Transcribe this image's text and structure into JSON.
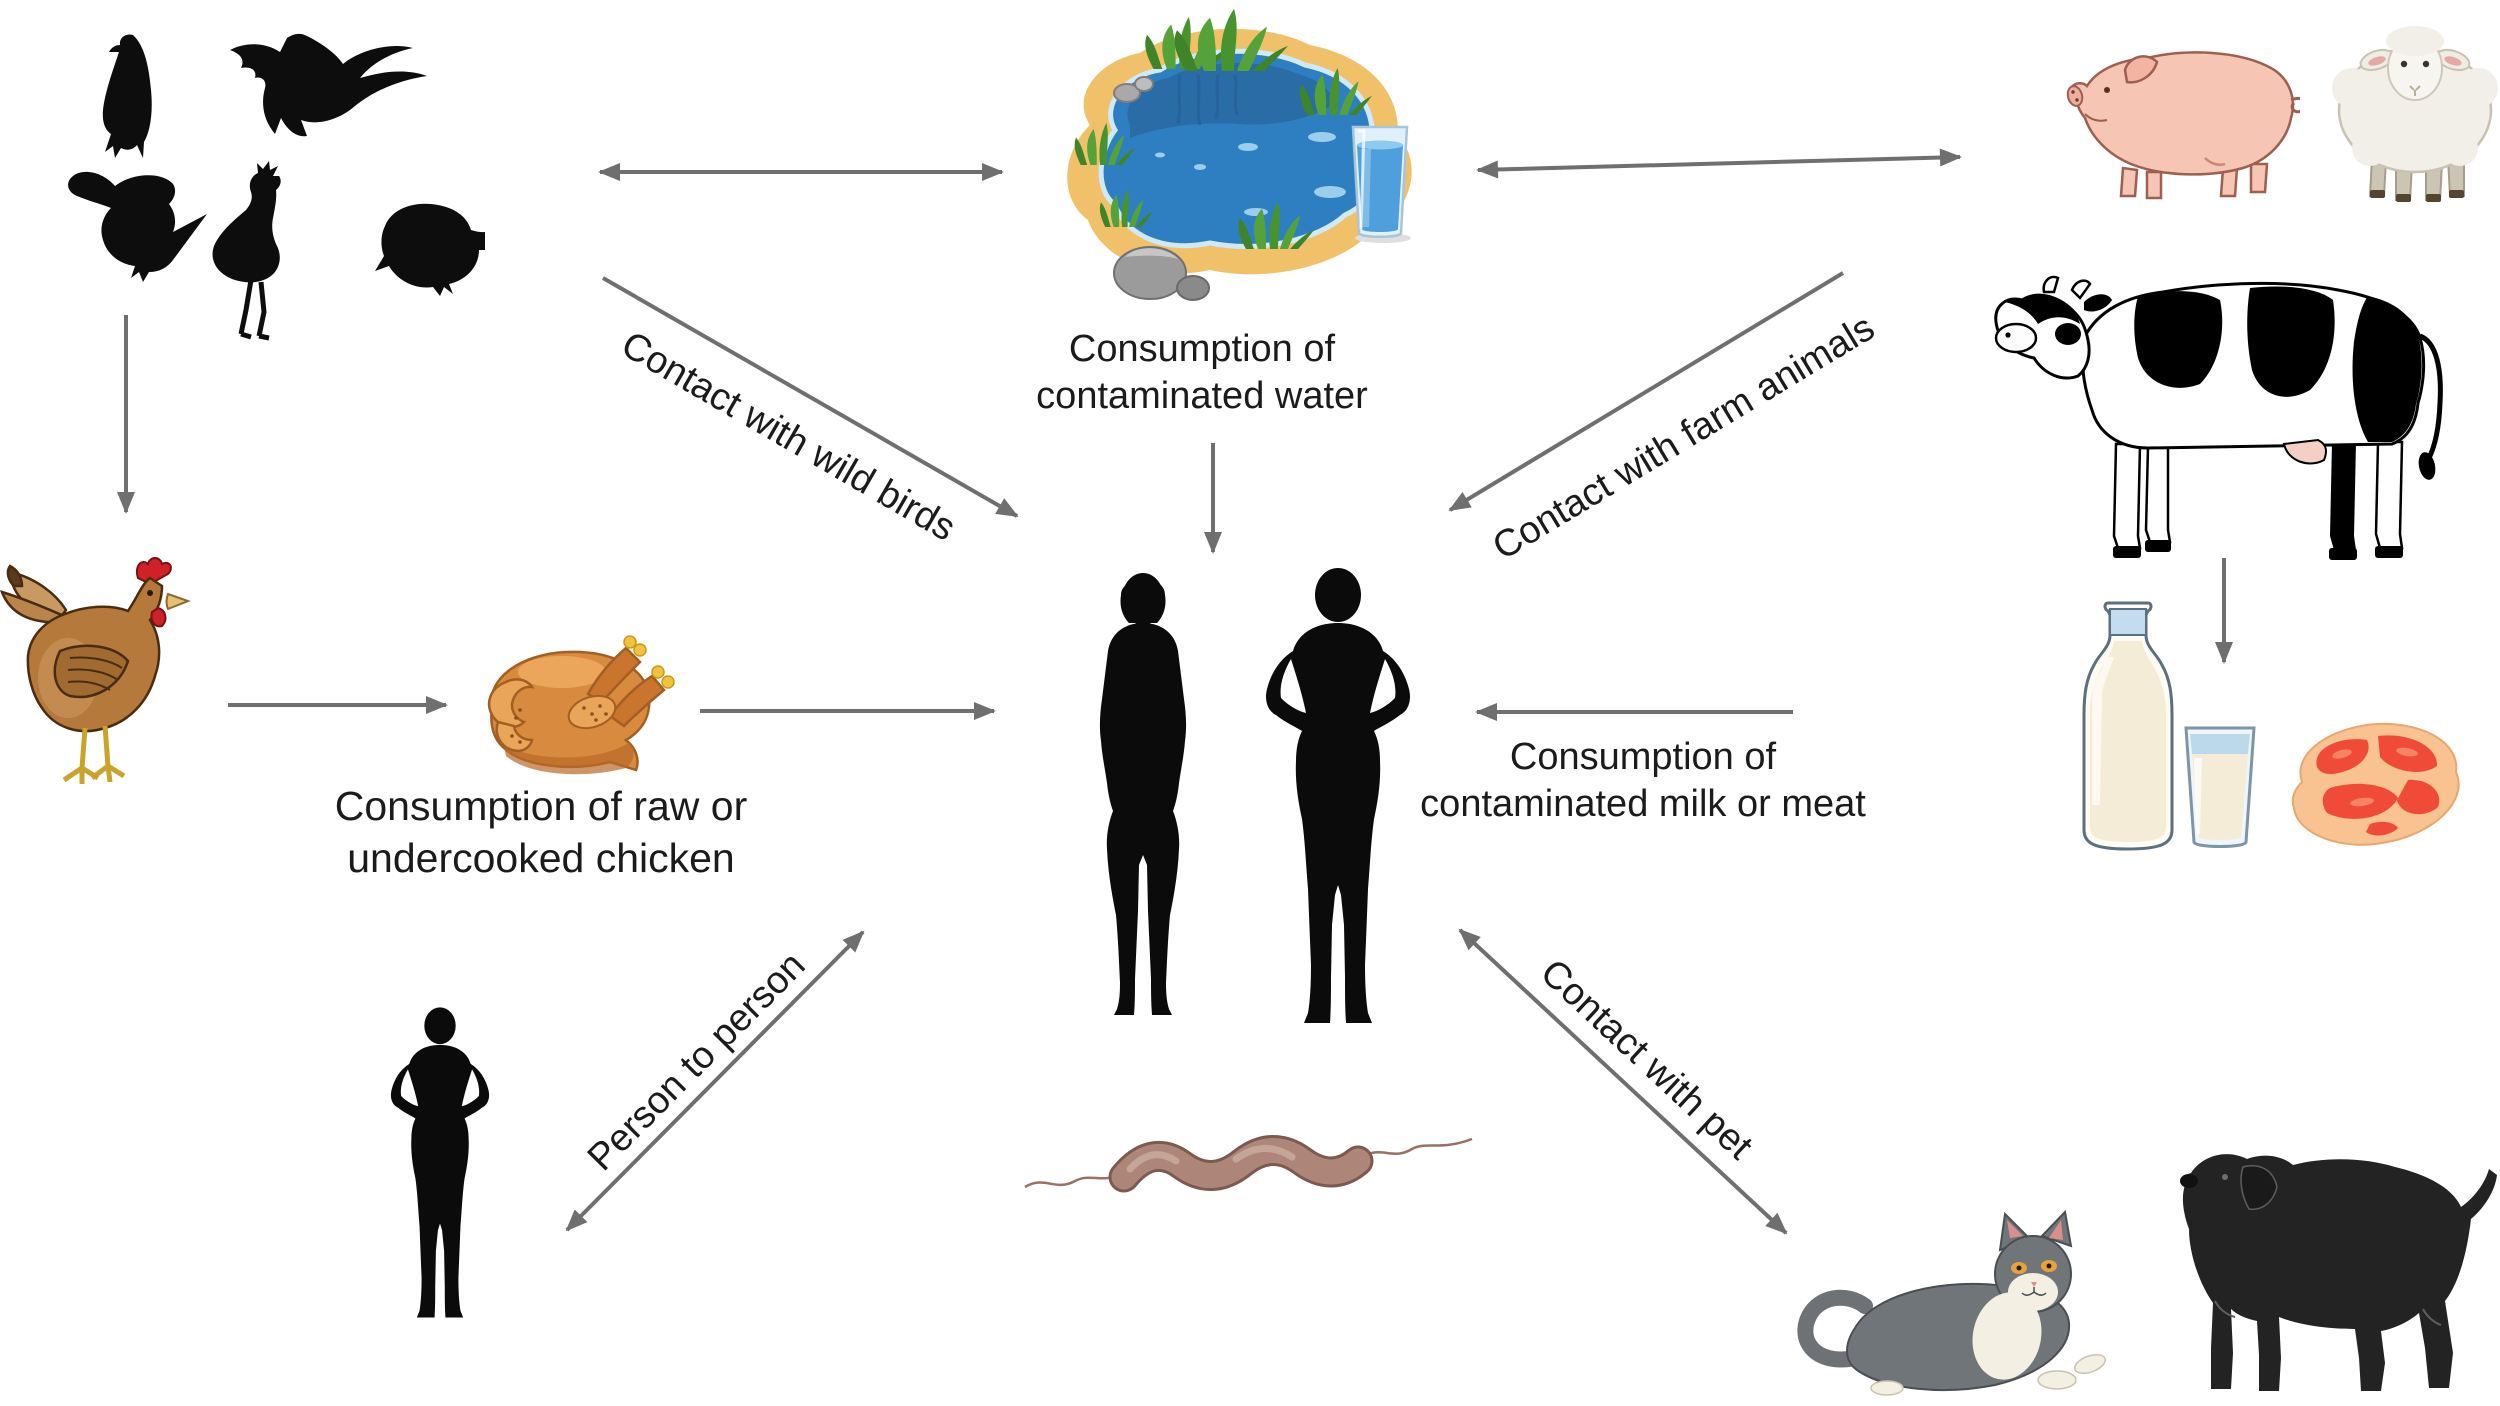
{
  "labels": {
    "water_line1": "Consumption of",
    "water_line2": "contaminated water",
    "chicken_line1": "Consumption of raw or",
    "chicken_line2": "undercooked chicken",
    "milk_line1": "Consumption of",
    "milk_line2": "contaminated milk or meat",
    "wild_birds": "Contact with wild birds",
    "farm_animals": "Contact with farm animals",
    "person_to_person": "Person to person",
    "contact_with_pet": "Contact with pet"
  },
  "icons": {
    "wild_birds": "wild-bird-silhouettes",
    "pond": "contaminated-pond",
    "water_glass": "glass-of-water",
    "pig": "pig",
    "sheep": "sheep",
    "cow": "holstein-cow",
    "hen": "brown-hen",
    "roasted_chicken": "roasted-chicken",
    "humans": "man-and-woman-silhouette",
    "person": "person-silhouette",
    "milk_bottle": "milk-bottle",
    "milk_glass": "glass-of-milk",
    "meat": "raw-meat-steak",
    "bacterium": "campylobacter-bacterium",
    "cat": "cat",
    "dog": "black-dog"
  },
  "colors": {
    "arrow": "#6f6f6f",
    "text": "#1b1b1b",
    "pond_water": "#2e7fc2",
    "pond_sand": "#f0c169",
    "grass_green": "#55a338",
    "pig_pink": "#f7c5b4",
    "chicken_brown": "#b5793c",
    "roast_orange": "#d88a3e",
    "milk_cream": "#f5ecd8",
    "meat_red": "#f04a38",
    "bacterium_mauve": "#ad8679",
    "silhouette_black": "#111111"
  }
}
